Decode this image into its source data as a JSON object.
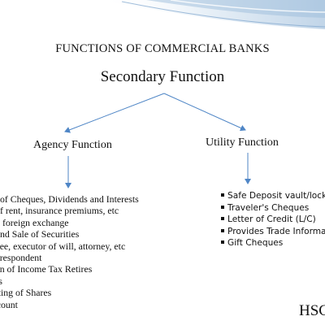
{
  "slide": {
    "heading": "FUNCTIONS OF COMMERCIAL BANKS",
    "subheading": "Secondary Function",
    "accent_color": "#4f86c6",
    "watermark": "HSC"
  },
  "branches": {
    "agency": {
      "label": "Agency Function",
      "items": [
        "ion of Cheques, Dividends and Interests",
        "nt of rent, insurance premiums, etc",
        "g in foreign exchange",
        "se and Sale of Securities",
        "rustee, executor of will, attorney, etc",
        "Correspondent",
        "ation of Income Tax Retires",
        "rafts",
        "writing of Shares",
        "Account"
      ]
    },
    "utility": {
      "label": "Utility Function",
      "items": [
        "Safe Deposit vault/lock",
        "Traveler's Cheques",
        "Letter of Credit (L/C)",
        "Provides Trade Informa",
        "Gift Cheques"
      ]
    }
  }
}
